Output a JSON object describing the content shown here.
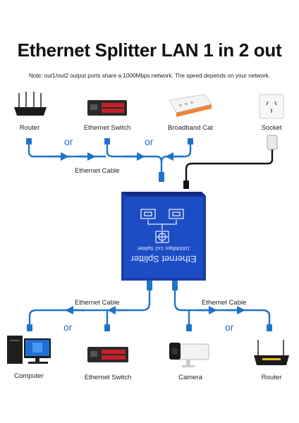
{
  "title": "Ethernet Splitter LAN 1 in 2 out",
  "note": "Note: out1/out2 output ports share a 1000Mbps network. The speed depends on your network.",
  "top_devices": [
    {
      "label": "Router",
      "icon": "router-icon"
    },
    {
      "label": "Ethernet Switch",
      "icon": "switch-icon"
    },
    {
      "label": "Broadband Cat",
      "icon": "modem-icon"
    },
    {
      "label": "Socket",
      "icon": "power-socket-icon"
    }
  ],
  "bottom_devices": [
    {
      "label": "Computer",
      "icon": "computer-icon"
    },
    {
      "label": "Ethernet Switch",
      "icon": "switch-icon"
    },
    {
      "label": "Camera",
      "icon": "camera-icon"
    },
    {
      "label": "Router",
      "icon": "router-icon"
    }
  ],
  "or_text": "or",
  "cable_label": "Ethernet Cable",
  "device": {
    "name": "Ethernet Splitter",
    "spec": "1000Mbps 1x2 Splitter"
  },
  "colors": {
    "cable": "#1f73c9",
    "device_body": "#1a3fa8",
    "power_cable": "#111111"
  }
}
